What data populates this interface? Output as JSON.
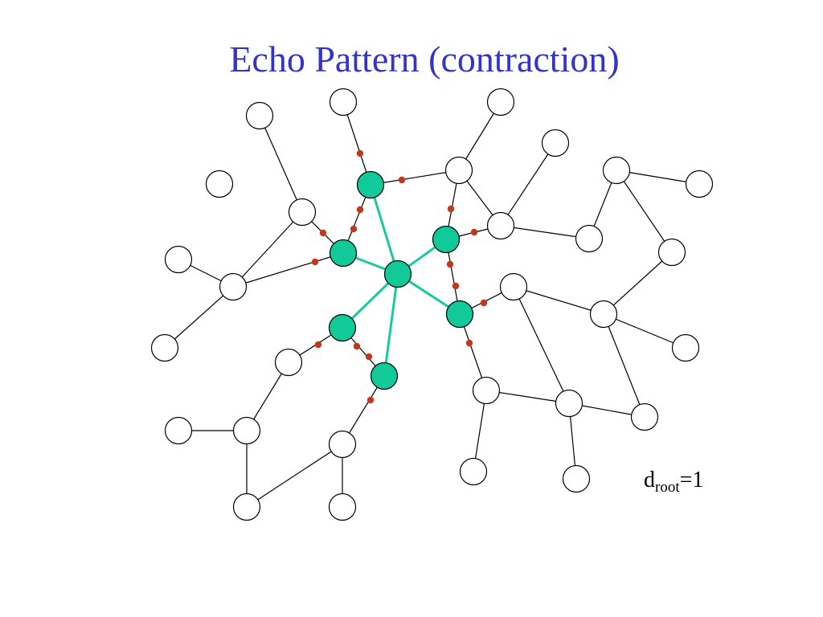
{
  "slide": {
    "title": "Echo Pattern (contraction)",
    "annotation": {
      "base": "d",
      "subscript": "root",
      "suffix": "=1"
    }
  },
  "colors": {
    "title": "#3333cc",
    "active_node": "#11c999",
    "active_edge": "#19c9a0",
    "echo_dot": "#c0391b",
    "passive_node": "#ffffff",
    "line": "#000000"
  },
  "graph": {
    "node_states": [
      "passive",
      "active"
    ],
    "edge_states": [
      "plain",
      "tree"
    ]
  }
}
